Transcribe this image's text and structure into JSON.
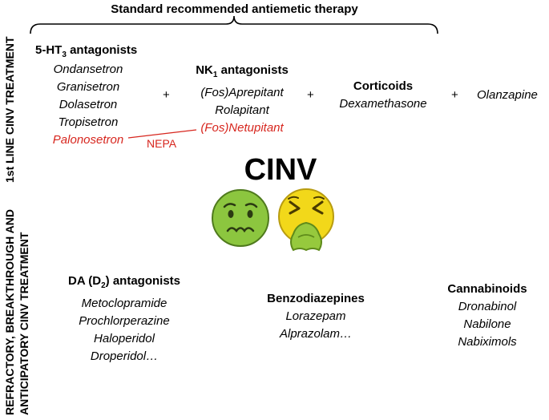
{
  "title": "Standard recommended antiemetic therapy",
  "side_labels": {
    "first_line": "1st LINE CINV TREATMENT",
    "refractory_line1": "REFRACTORY, BREAKTHROUGH AND",
    "refractory_line2": "ANTICIPATORY CINV TREATMENT"
  },
  "groups": {
    "ht3": {
      "title_prefix": "5-HT",
      "title_sub": "3",
      "title_suffix": " antagonists",
      "drugs": [
        "Ondansetron",
        "Granisetron",
        "Dolasetron",
        "Tropisetron"
      ],
      "highlight_drug": "Palonosetron"
    },
    "nk1": {
      "title_prefix": "NK",
      "title_sub": "1",
      "title_suffix": " antagonists",
      "drugs": [
        "(Fos)Aprepitant",
        "Rolapitant"
      ],
      "highlight_drug": "(Fos)Netupitant"
    },
    "corticoids": {
      "title": "Corticoids",
      "drugs": [
        "Dexamethasone"
      ]
    },
    "olanzapine": {
      "drug": "Olanzapine"
    },
    "da": {
      "title_prefix": "DA (D",
      "title_sub": "2",
      "title_suffix": ") antagonists",
      "drugs": [
        "Metoclopramide",
        "Prochlorperazine",
        "Haloperidol",
        "Droperidol…"
      ]
    },
    "benzo": {
      "title": "Benzodiazepines",
      "drugs": [
        "Lorazepam",
        "Alprazolam…"
      ]
    },
    "cannabinoids": {
      "title": "Cannabinoids",
      "drugs": [
        "Dronabinol",
        "Nabilone",
        "Nabiximols"
      ]
    }
  },
  "plus": "+",
  "nepa": "NEPA",
  "center_label": "CINV",
  "colors": {
    "highlight": "#d7261e",
    "nausea_face": "#8cc63f",
    "vomit_face": "#f2d81a",
    "vomit": "#96c93d"
  },
  "icons": [
    "nauseated-face-icon",
    "vomiting-face-icon"
  ]
}
